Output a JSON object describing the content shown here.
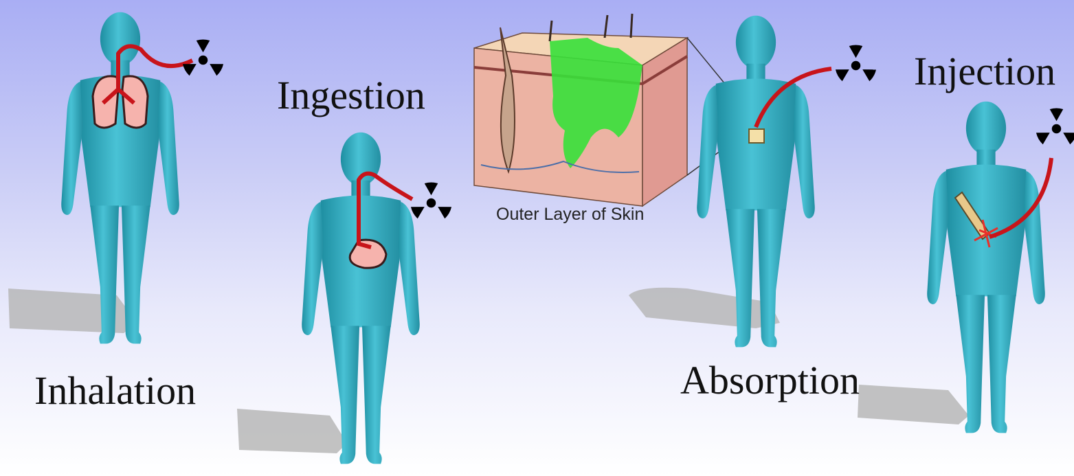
{
  "routes": {
    "inhalation": "Inhalation",
    "ingestion": "Ingestion",
    "absorption": "Absorption",
    "injection": "Injection"
  },
  "skin_inset": {
    "caption": "Outer Layer of Skin"
  },
  "colors": {
    "body": "#3fb6c9",
    "body_dark": "#1f8fa3",
    "pathway": "#c8141a",
    "organ": "#f6b3ad",
    "contaminant": "#37e03a",
    "radiation_symbol": "#000000"
  },
  "icons": [
    "radiation-trefoil-icon"
  ]
}
